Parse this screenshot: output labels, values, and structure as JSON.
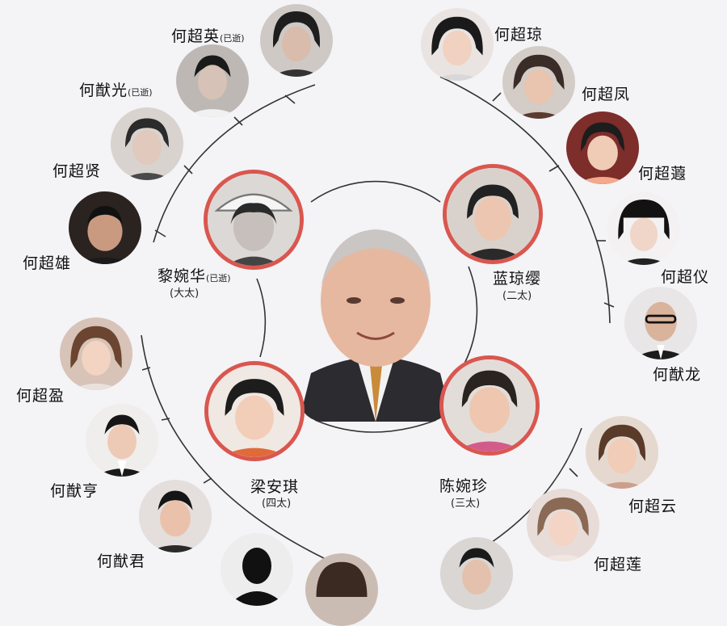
{
  "center": {
    "icon": "patriarch-photo"
  },
  "spouses": [
    {
      "key": "s1",
      "name": "黎婉华",
      "note": "(已逝)",
      "role": "(大太)"
    },
    {
      "key": "s2",
      "name": "蓝琼缨",
      "note": "",
      "role": "(二太)"
    },
    {
      "key": "s3",
      "name": "陈婉珍",
      "note": "",
      "role": "(三太)"
    },
    {
      "key": "s4",
      "name": "梁安琪",
      "note": "",
      "role": "(四太)"
    }
  ],
  "children": {
    "c1": {
      "name": "何超英",
      "note": "(已逝)"
    },
    "c2": {
      "name": "何猷光",
      "note": "(已逝)"
    },
    "c3": {
      "name": "何超贤",
      "note": ""
    },
    "c4": {
      "name": "何超雄",
      "note": ""
    },
    "c5": {
      "name": "何超琼",
      "note": ""
    },
    "c6": {
      "name": "何超凤",
      "note": ""
    },
    "c7": {
      "name": "何超蕸",
      "note": ""
    },
    "c8": {
      "name": "何超仪",
      "note": ""
    },
    "c9": {
      "name": "何猷龙",
      "note": ""
    },
    "c10": {
      "name": "何超盈",
      "note": ""
    },
    "c11": {
      "name": "何猷亨",
      "note": ""
    },
    "c12": {
      "name": "何猷君",
      "note": ""
    },
    "c13": {
      "name": "何超云",
      "note": ""
    },
    "c14": {
      "name": "何超莲",
      "note": ""
    }
  },
  "colors": {
    "ring": "#d9574f",
    "line": "#333333",
    "background": "#f4f3f6"
  }
}
